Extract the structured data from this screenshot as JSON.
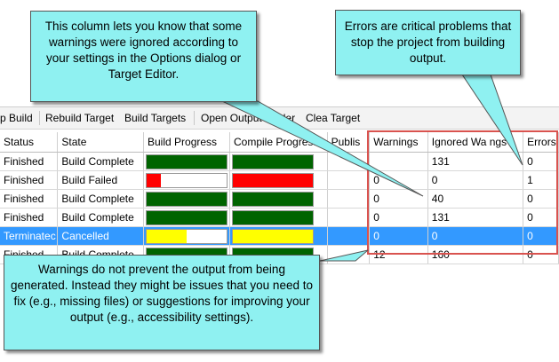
{
  "toolbar": {
    "stop_build": "p Build",
    "rebuild_target": "Rebuild Target",
    "build_targets": "Build Targets",
    "open_output_folder": "Open Output Folder",
    "clear_target": "Clea  Target"
  },
  "table": {
    "headers": [
      "Status",
      "State",
      "Build Progress",
      "Compile Progress",
      "Publis",
      "Warnings",
      "Ignored Wa  ngs",
      "Errors"
    ],
    "rows": [
      {
        "status": "Finished",
        "state": "Build Complete",
        "build_progress": 1.0,
        "build_color": "#006400",
        "compile_progress": 1.0,
        "compile_color": "#006400",
        "warnings": "",
        "ignored": "131",
        "errors": "0"
      },
      {
        "status": "Finished",
        "state": "Build Failed",
        "build_progress": 0.18,
        "build_color": "#ff0000",
        "compile_progress": 1.0,
        "compile_color": "#ff0000",
        "warnings": "0",
        "ignored": "0",
        "errors": "1"
      },
      {
        "status": "Finished",
        "state": "Build Complete",
        "build_progress": 1.0,
        "build_color": "#006400",
        "compile_progress": 1.0,
        "compile_color": "#006400",
        "warnings": "0",
        "ignored": "40",
        "errors": "0"
      },
      {
        "status": "Finished",
        "state": "Build Complete",
        "build_progress": 1.0,
        "build_color": "#006400",
        "compile_progress": 1.0,
        "compile_color": "#006400",
        "warnings": "0",
        "ignored": "131",
        "errors": "0"
      },
      {
        "status": "Terminatec",
        "state": "Cancelled",
        "build_progress": 0.5,
        "build_color": "#ffff00",
        "compile_progress": 1.0,
        "compile_color": "#ffff00",
        "warnings": "0",
        "ignored": "0",
        "errors": "0",
        "selected": true
      },
      {
        "status": "Finished",
        "state": "Build Complete",
        "build_progress": 1.0,
        "build_color": "#006400",
        "compile_progress": 1.0,
        "compile_color": "#006400",
        "warnings": "12",
        "ignored": "160",
        "errors": "0"
      }
    ]
  },
  "callouts": {
    "ignored": "This column lets you know that some warnings were ignored according to your settings in the Options dialog or Target Editor.",
    "errors": "Errors are critical problems that stop the project from building output.",
    "warnings": "Warnings do not prevent the output from being generated. Instead they might be issues that you need to fix (e.g., missing files) or suggestions for improving your output (e.g., accessibility settings)."
  },
  "colors": {
    "callout_bg": "#8ff1f1",
    "highlight_border": "#d9534f",
    "selected_row": "#3399ff"
  }
}
